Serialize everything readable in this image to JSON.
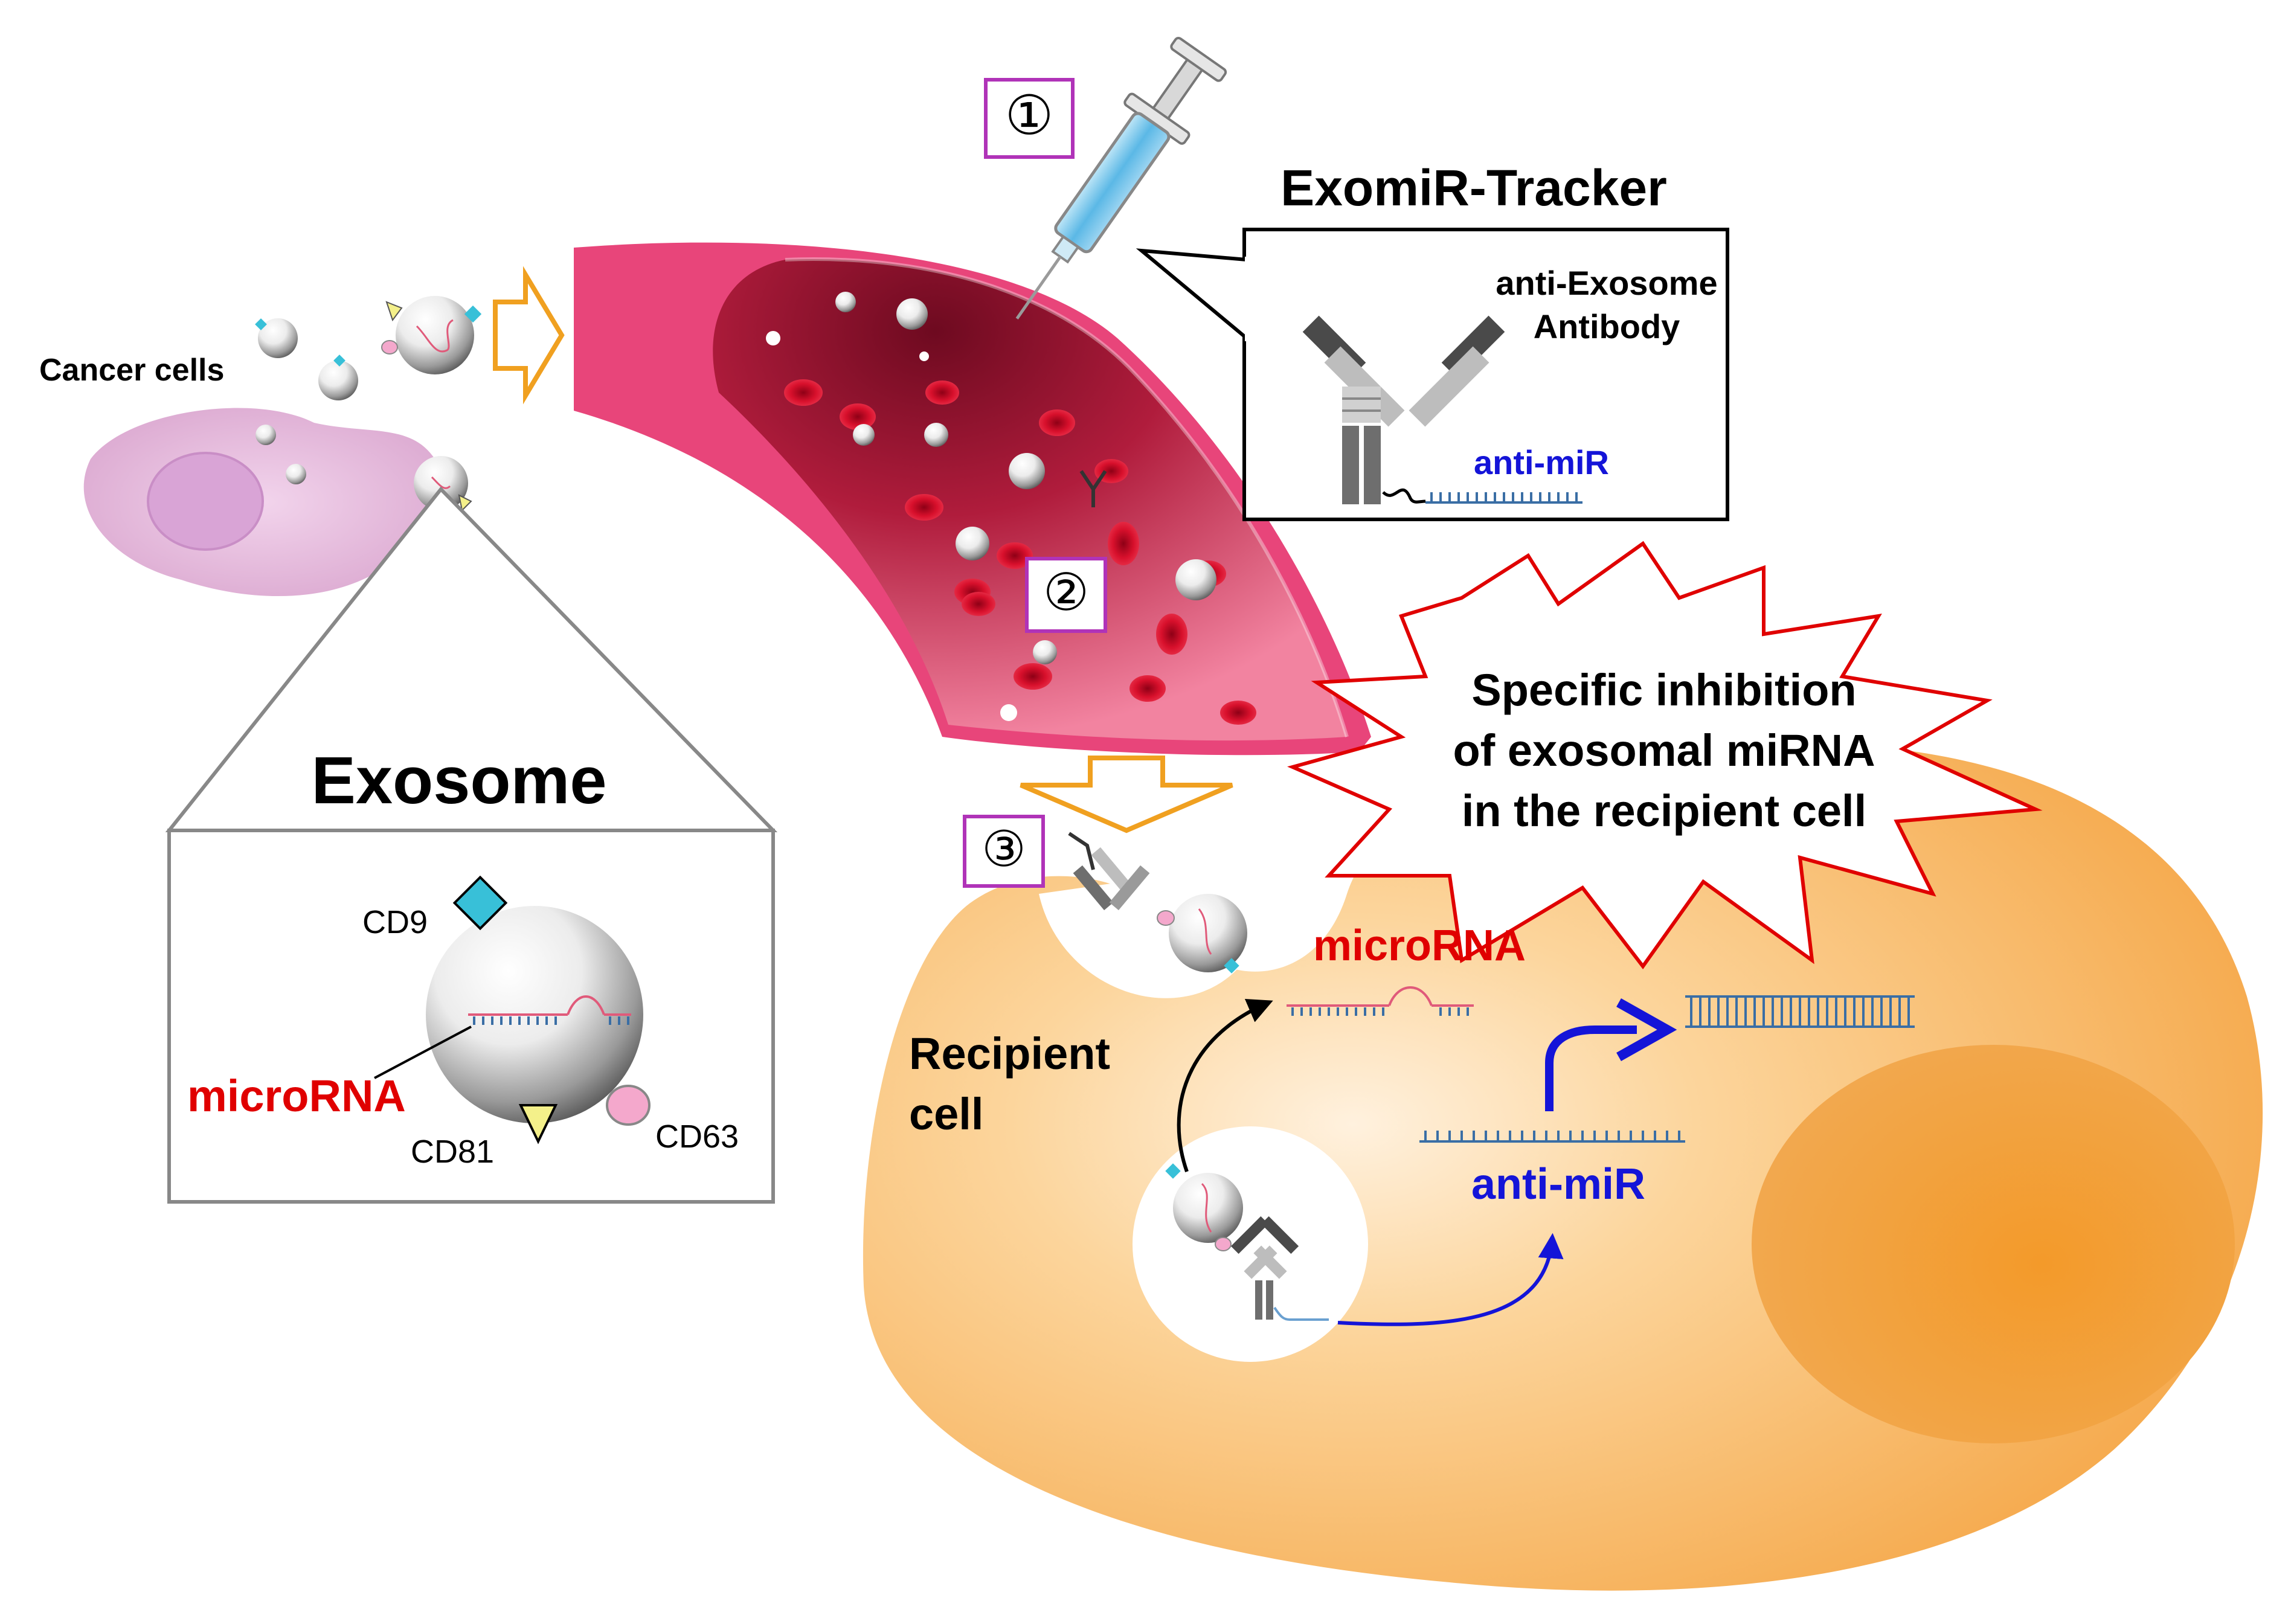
{
  "labels": {
    "cancer_cells": "Cancer cells",
    "exosome_title": "Exosome",
    "cd9": "CD9",
    "cd63": "CD63",
    "cd81": "CD81",
    "microrna_inset": "microRNA",
    "tracker_title": "ExomiR-Tracker",
    "antibody_line1": "anti-Exosome",
    "antibody_line2": "Antibody",
    "anti_mir_callout": "anti-miR",
    "step1": "①",
    "step2": "②",
    "step3": "③",
    "burst_line1": "Specific inhibition",
    "burst_line2": "of exosomal miRNA",
    "burst_line3": "in the recipient cell",
    "recipient_line1": "Recipient",
    "recipient_line2": "cell",
    "microrna_cell": "microRNA",
    "anti_mir_cell": "anti-miR"
  },
  "colors": {
    "vessel_wall": "#e8457a",
    "vessel_inner": "#f07b98",
    "vessel_lumen_dark": "#8a0f2a",
    "rbc": "#d8102c",
    "cell_orange": "#f8be72",
    "nucleus_orange": "#f39a2a",
    "cancer_cell": "#e6b8dc",
    "red_text": "#e00000",
    "blue_text": "#1414d8",
    "purple_box": "#b033b8",
    "arrow_outline": "#f0a020",
    "rna_blue": "#3a6ea5",
    "cd9_cyan": "#38c0d8",
    "cd63_pink": "#f4a8cc",
    "cd81_yellow": "#f4f08a"
  }
}
